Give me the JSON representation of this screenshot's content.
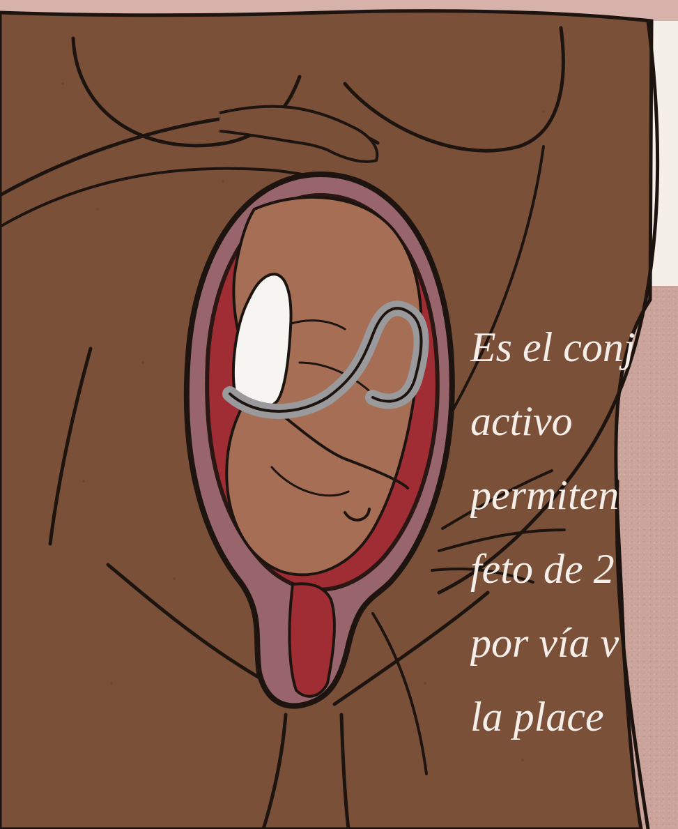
{
  "caption": {
    "lines": [
      "Es el conj",
      "activo",
      "permiten",
      "feto de 2",
      "por vía v",
      "la place"
    ]
  },
  "colors": {
    "background": "#caa39a",
    "skin": "#7a5039",
    "outline": "#1d1410",
    "uterus": "#98656d",
    "fetus": "#a56e55",
    "cord": "#9a9a9c",
    "placenta": "#f7f5f2",
    "caption": "#f6eee9"
  },
  "icons": {
    "main": "pregnant-body-illustration"
  }
}
